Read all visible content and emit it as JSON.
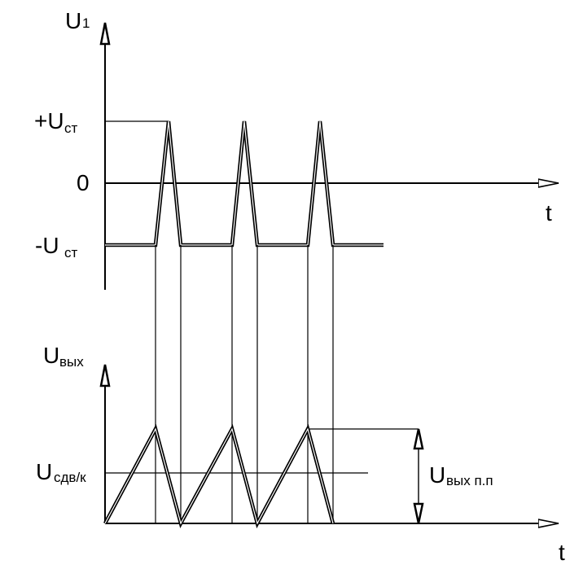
{
  "top_plot": {
    "y_axis_label": "U",
    "y_axis_subscript": "1",
    "x_axis_label": "t",
    "level_plus": {
      "main": "+U",
      "sub": "ст"
    },
    "level_zero": "0",
    "level_minus": {
      "main": "-U",
      "sub": "ст"
    }
  },
  "bottom_plot": {
    "y_axis_label": "U",
    "y_axis_subscript": "вых",
    "x_axis_label": "t",
    "threshold": {
      "main": "U",
      "sub": "сдв/к"
    },
    "amplitude": {
      "main": "U",
      "sub": "вых п.п"
    }
  }
}
